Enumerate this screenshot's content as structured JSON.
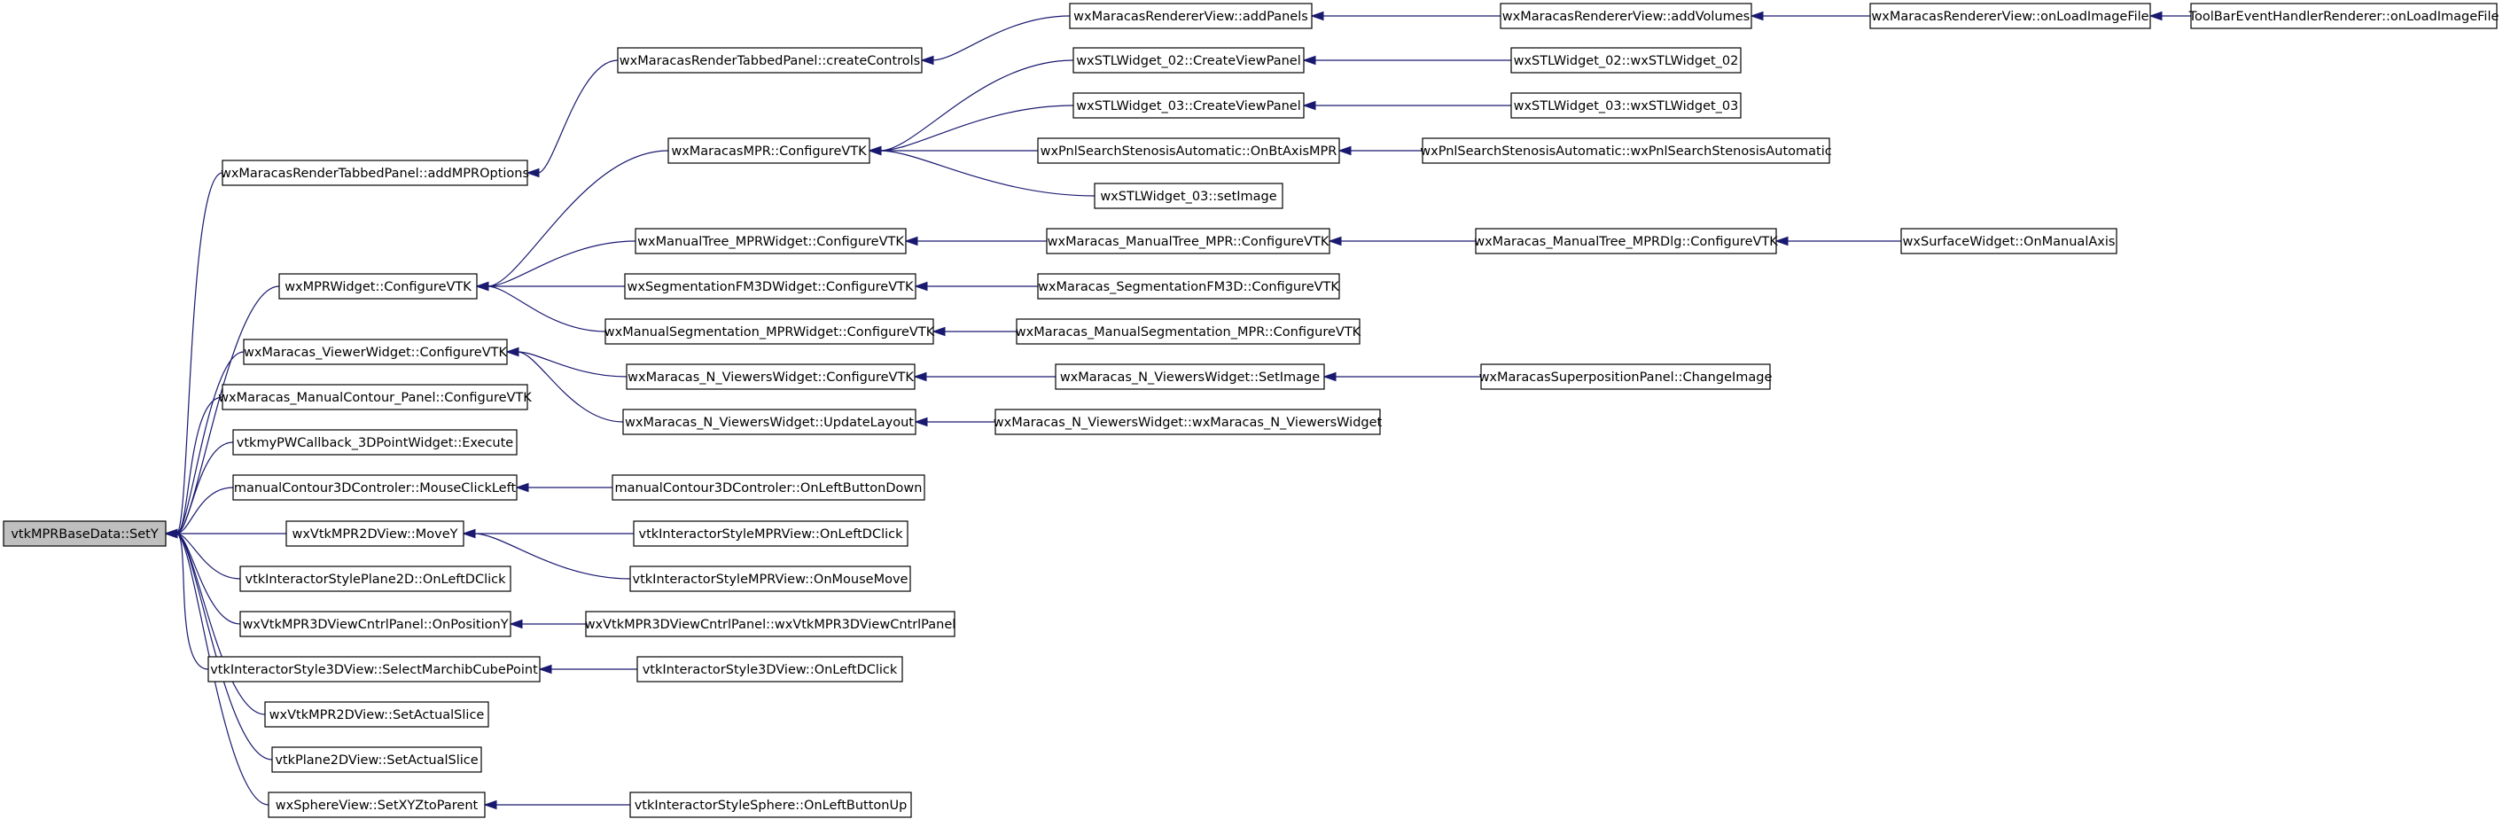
{
  "diagram": {
    "type": "caller-graph",
    "edge_color": "#191970",
    "root_fill": "#bfbfbf",
    "nodes": [
      {
        "id": "n0",
        "label": "vtkMPRBaseData::SetY",
        "root": true
      },
      {
        "id": "n1",
        "label": "wxMaracasRenderTabbedPanel::addMPROptions"
      },
      {
        "id": "n2",
        "label": "wxMaracasRenderTabbedPanel::createControls"
      },
      {
        "id": "n3",
        "label": "wxMaracasRendererView::addPanels"
      },
      {
        "id": "n4",
        "label": "wxMaracasRendererView::addVolumes"
      },
      {
        "id": "n5",
        "label": "wxMaracasRendererView::onLoadImageFile"
      },
      {
        "id": "n6",
        "label": "ToolBarEventHandlerRenderer::onLoadImageFile"
      },
      {
        "id": "n7",
        "label": "wxMPRWidget::ConfigureVTK"
      },
      {
        "id": "n8",
        "label": "wxMaracasMPR::ConfigureVTK"
      },
      {
        "id": "n9",
        "label": "wxSTLWidget_02::CreateViewPanel"
      },
      {
        "id": "n10",
        "label": "wxSTLWidget_02::wxSTLWidget_02"
      },
      {
        "id": "n11",
        "label": "wxSTLWidget_03::CreateViewPanel"
      },
      {
        "id": "n12",
        "label": "wxSTLWidget_03::wxSTLWidget_03"
      },
      {
        "id": "n13",
        "label": "wxPnlSearchStenosisAutomatic::OnBtAxisMPR"
      },
      {
        "id": "n14",
        "label": "wxPnlSearchStenosisAutomatic::wxPnlSearchStenosisAutomatic"
      },
      {
        "id": "n15",
        "label": "wxSTLWidget_03::setImage"
      },
      {
        "id": "n16",
        "label": "wxManualTree_MPRWidget::ConfigureVTK"
      },
      {
        "id": "n17",
        "label": "wxMaracas_ManualTree_MPR::ConfigureVTK"
      },
      {
        "id": "n18",
        "label": "wxMaracas_ManualTree_MPRDlg::ConfigureVTK"
      },
      {
        "id": "n19",
        "label": "wxSurfaceWidget::OnManualAxis"
      },
      {
        "id": "n20",
        "label": "wxSegmentationFM3DWidget::ConfigureVTK"
      },
      {
        "id": "n21",
        "label": "wxMaracas_SegmentationFM3D::ConfigureVTK"
      },
      {
        "id": "n22",
        "label": "wxManualSegmentation_MPRWidget::ConfigureVTK"
      },
      {
        "id": "n23",
        "label": "wxMaracas_ManualSegmentation_MPR::ConfigureVTK"
      },
      {
        "id": "n24",
        "label": "wxMaracas_ViewerWidget::ConfigureVTK"
      },
      {
        "id": "n25",
        "label": "wxMaracas_N_ViewersWidget::ConfigureVTK"
      },
      {
        "id": "n26",
        "label": "wxMaracas_N_ViewersWidget::SetImage"
      },
      {
        "id": "n27",
        "label": "wxMaracasSuperpositionPanel::ChangeImage"
      },
      {
        "id": "n28",
        "label": "wxMaracas_N_ViewersWidget::UpdateLayout"
      },
      {
        "id": "n29",
        "label": "wxMaracas_N_ViewersWidget::wxMaracas_N_ViewersWidget"
      },
      {
        "id": "n30",
        "label": "wxMaracas_ManualContour_Panel::ConfigureVTK"
      },
      {
        "id": "n31",
        "label": "vtkmyPWCallback_3DPointWidget::Execute"
      },
      {
        "id": "n32",
        "label": "manualContour3DControler::MouseClickLeft"
      },
      {
        "id": "n33",
        "label": "manualContour3DControler::OnLeftButtonDown"
      },
      {
        "id": "n34",
        "label": "wxVtkMPR2DView::MoveY"
      },
      {
        "id": "n35",
        "label": "vtkInteractorStyleMPRView::OnLeftDClick"
      },
      {
        "id": "n36",
        "label": "vtkInteractorStyleMPRView::OnMouseMove"
      },
      {
        "id": "n37",
        "label": "vtkInteractorStylePlane2D::OnLeftDClick"
      },
      {
        "id": "n38",
        "label": "wxVtkMPR3DViewCntrlPanel::OnPositionY"
      },
      {
        "id": "n39",
        "label": "wxVtkMPR3DViewCntrlPanel::wxVtkMPR3DViewCntrlPanel"
      },
      {
        "id": "n40",
        "label": "vtkInteractorStyle3DView::SelectMarchibCubePoint"
      },
      {
        "id": "n41",
        "label": "vtkInteractorStyle3DView::OnLeftDClick"
      },
      {
        "id": "n42",
        "label": "wxVtkMPR2DView::SetActualSlice"
      },
      {
        "id": "n43",
        "label": "vtkPlane2DView::SetActualSlice"
      },
      {
        "id": "n44",
        "label": "wxSphereView::SetXYZtoParent"
      },
      {
        "id": "n45",
        "label": "vtkInteractorStyleSphere::OnLeftButtonUp"
      }
    ],
    "edges": [
      [
        "n1",
        "n0"
      ],
      [
        "n7",
        "n0"
      ],
      [
        "n24",
        "n0"
      ],
      [
        "n30",
        "n0"
      ],
      [
        "n31",
        "n0"
      ],
      [
        "n32",
        "n0"
      ],
      [
        "n34",
        "n0"
      ],
      [
        "n37",
        "n0"
      ],
      [
        "n38",
        "n0"
      ],
      [
        "n40",
        "n0"
      ],
      [
        "n42",
        "n0"
      ],
      [
        "n43",
        "n0"
      ],
      [
        "n44",
        "n0"
      ],
      [
        "n2",
        "n1"
      ],
      [
        "n3",
        "n2"
      ],
      [
        "n4",
        "n3"
      ],
      [
        "n5",
        "n4"
      ],
      [
        "n6",
        "n5"
      ],
      [
        "n8",
        "n7"
      ],
      [
        "n16",
        "n7"
      ],
      [
        "n20",
        "n7"
      ],
      [
        "n22",
        "n7"
      ],
      [
        "n9",
        "n8"
      ],
      [
        "n11",
        "n8"
      ],
      [
        "n13",
        "n8"
      ],
      [
        "n15",
        "n8"
      ],
      [
        "n10",
        "n9"
      ],
      [
        "n12",
        "n11"
      ],
      [
        "n14",
        "n13"
      ],
      [
        "n17",
        "n16"
      ],
      [
        "n18",
        "n17"
      ],
      [
        "n19",
        "n18"
      ],
      [
        "n21",
        "n20"
      ],
      [
        "n23",
        "n22"
      ],
      [
        "n25",
        "n24"
      ],
      [
        "n28",
        "n24"
      ],
      [
        "n26",
        "n25"
      ],
      [
        "n27",
        "n26"
      ],
      [
        "n29",
        "n28"
      ],
      [
        "n33",
        "n32"
      ],
      [
        "n35",
        "n34"
      ],
      [
        "n36",
        "n34"
      ],
      [
        "n39",
        "n38"
      ],
      [
        "n41",
        "n40"
      ],
      [
        "n45",
        "n44"
      ]
    ]
  }
}
